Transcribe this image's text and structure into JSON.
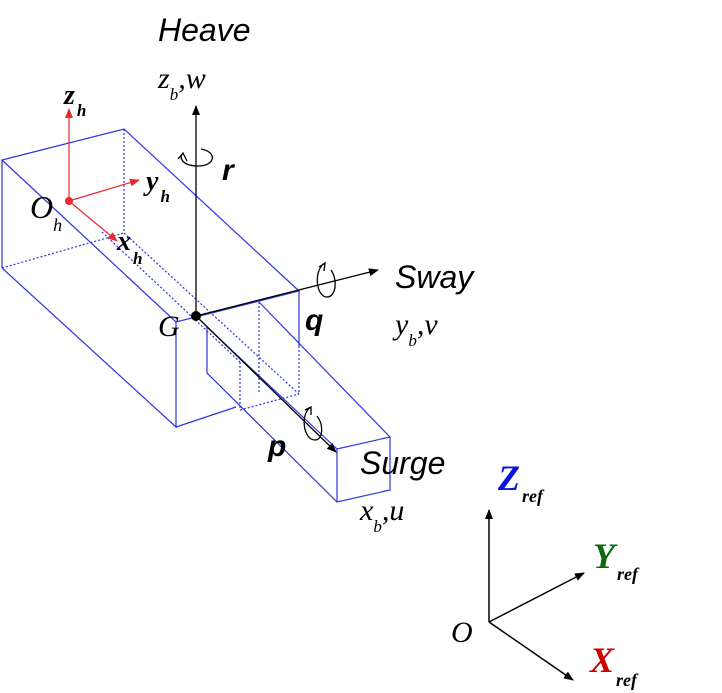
{
  "labels": {
    "heave": "Heave",
    "heave_sym": "z",
    "heave_sub": "b",
    "heave_rest": ",w",
    "sway": "Sway",
    "sway_sym": "y",
    "sway_sub": "b",
    "sway_rest": ",v",
    "surge": "Surge",
    "surge_sym": "x",
    "surge_sub": "b",
    "surge_rest": ",u",
    "rot_r": "r",
    "rot_q": "q",
    "rot_p": "p",
    "g": "G",
    "o_h": "O",
    "o_h_sub": "h",
    "z_h": "z",
    "z_h_sub": "h",
    "y_h": "y",
    "y_h_sub": "h",
    "x_h": "x",
    "x_h_sub": "h",
    "o": "O",
    "z_ref": "Z",
    "z_ref_sub": "ref",
    "y_ref": "Y",
    "y_ref_sub": "ref",
    "x_ref": "X",
    "x_ref_sub": "ref"
  },
  "colors": {
    "box": "#2a35e0",
    "hull_frame": "#e8292e",
    "body_axes": "#000000",
    "z_ref": "#0a14d8",
    "y_ref": "#0a6b0a",
    "x_ref": "#cc0000"
  }
}
